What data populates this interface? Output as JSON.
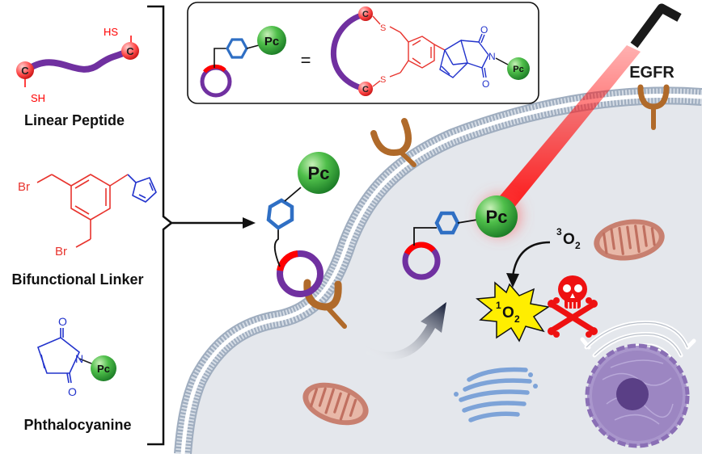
{
  "components": {
    "linear_peptide": {
      "caption": "Linear Peptide",
      "atom_c": "C",
      "thiol_top": "HS",
      "thiol_bottom": "SH"
    },
    "bifunctional_linker": {
      "caption": "Bifunctional Linker",
      "bromo_1": "Br",
      "bromo_2": "Br"
    },
    "phthalocyanine": {
      "caption": "Phthalocyanine",
      "nitrogen": "N",
      "oxygen_top": "O",
      "oxygen_bottom": "O",
      "pc_label": "Pc"
    }
  },
  "legend_box": {
    "pc_label": "Pc",
    "equals": "=",
    "atom_c": "C",
    "sulfur": "S",
    "nitrogen": "N",
    "oxygen_top": "O",
    "oxygen_bottom": "O"
  },
  "cell": {
    "conjugate_pc_label": "Pc",
    "internalized_pc_label": "Pc",
    "receptor_label": "EGFR",
    "triplet_oxygen": {
      "superscript": "3",
      "symbol": "O",
      "subscript": "2"
    },
    "singlet_oxygen": {
      "superscript": "1",
      "symbol": "O",
      "subscript": "2"
    }
  },
  "colors": {
    "peptide_purple": "#7030a0",
    "thiol_red": "#ff0000",
    "linker_red": "#e8342e",
    "diene_blue": "#2233cc",
    "pc_green": "#2e9e3a",
    "benzene_blue": "#2f6fc4",
    "laser_red": "#ff1a1a",
    "receptor_brown": "#b06a2a",
    "membrane_grey": "#a8b6c6",
    "cytoplasm_grey": "#e4e7ec",
    "mitochondria_brown": "#c88070",
    "golgi_blue": "#7da3d8",
    "nucleus_purple": "#8a6fb5",
    "singlet_yellow": "#ffee00",
    "skull_red": "#ee1111"
  }
}
